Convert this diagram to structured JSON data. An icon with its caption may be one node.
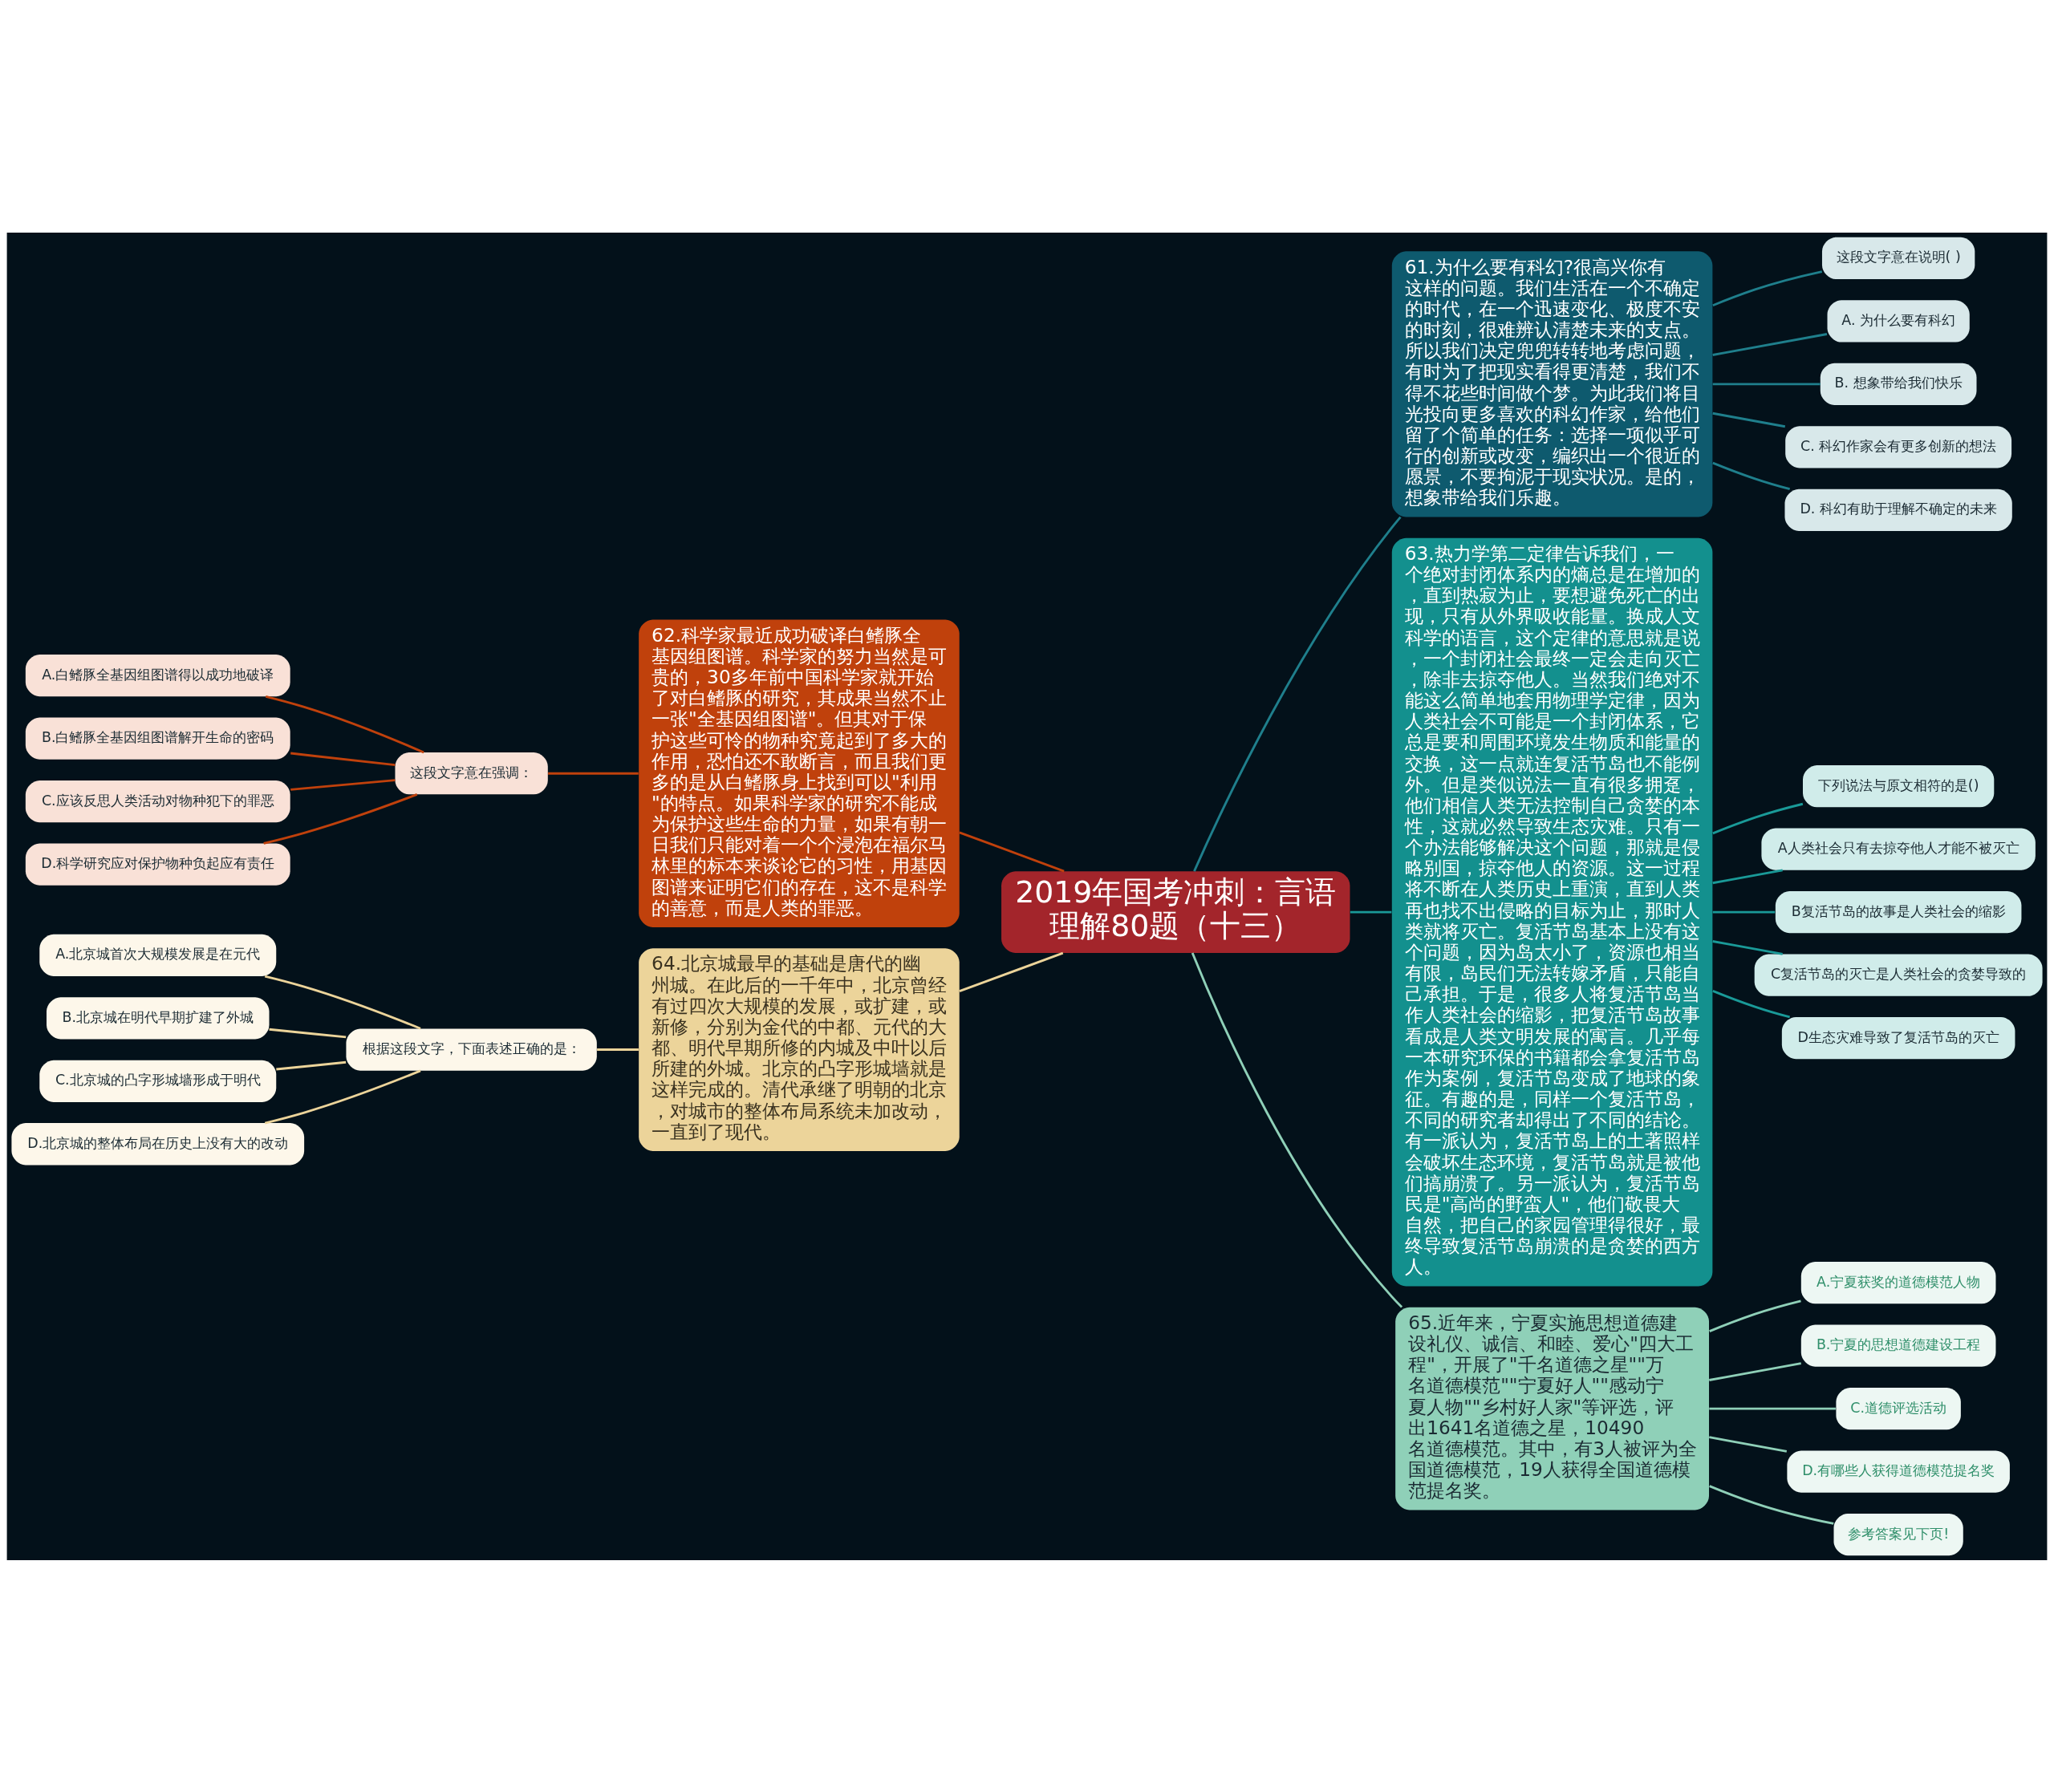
{
  "diagram": {
    "nodes": [
      {
        "text": [
          "2019年国考冲刺：言语理解80题（十三）"
        ]
      },
      {
        "text": [
          "61.为什么要有科幻?很高兴你有这样的问题。我们生活在一个不确定的时代，在一个迅速变化、极度不安的时刻，很难辨认清楚未来的支点。所以我们决定兜兜转转地考虑问题，有时为了把现实看得更清楚，我们不得不花些时间做个梦。为此我们将目光投向更多喜欢的科幻作家，给他们留了个简单的任务：选择一项似乎可行的创新或改变，编织出一个很近的愿景，不要拘泥于现实状况。是的，想象带给我们乐趣。"
        ]
      },
      {
        "text": [
          "这段文字意在说明( )"
        ]
      },
      {
        "text": [
          "A. 为什么要有科幻"
        ]
      },
      {
        "text": [
          "B. 想象带给我们快乐"
        ]
      },
      {
        "text": [
          "C. 科幻作家会有更多创新的想法"
        ]
      },
      {
        "text": [
          "D. 科幻有助于理解不确定的未来"
        ]
      },
      {
        "text": [
          "63.热力学第二定律告诉我们，一个绝对封闭体系内的熵总是在增加的，直到热寂为止，要想避免死亡的出现，只有从外界吸收能量。换成人文科学的语言，这个定律的意思就是说，一个封闭社会最终一定会走向灭亡，除非去掠夺他人。当然我们绝对不能这么简单地套用物理学定律，因为人类社会不可能是一个封闭体系，它总是要和周围环境发生物质和能量的交换，这一点就连复活节岛也不能例外。但是类似说法一直有很多拥趸，他们相信人类无法控制自己贪婪的本性，这就必然导致生态灾难。只有一个办法能够解决这个问题，那就是侵略别国，掠夺他人的资源。这一过程将不断在人类历史上重演，直到人类再也找不出侵略的目标为止，那时人类就将灭亡。复活节岛基本上没有这个问题，因为岛太小了，资源也相当有限，岛民们无法转嫁矛盾，只能自己承担。于是，很多人将复活节岛当作人类社会的缩影，把复活节岛故事看成是人类文明发展的寓言。几乎每一本研究环保的书籍都会拿复活节岛作为案例，复活节岛变成了地球的象征。有趣的是，同样一个复活节岛，不同的研究者却得出了不同的结论。有一派认为，复活节岛上的土著照样会破坏生态环境，复活节岛就是被他们搞崩溃了。另一派认为，复活节岛民是\"高尚的野蛮人\"，他们敬畏大自然，把自己的家园管理得很好，最终导致复活节岛崩溃的是贪婪的西方人。"
        ]
      },
      {
        "text": [
          "下列说法与原文相符的是()"
        ]
      },
      {
        "text": [
          "A人类社会只有去掠夺他人才能不被灭亡"
        ]
      },
      {
        "text": [
          "B复活节岛的故事是人类社会的缩影"
        ]
      },
      {
        "text": [
          "C复活节岛的灭亡是人类社会的贪婪导致的"
        ]
      },
      {
        "text": [
          "D生态灾难导致了复活节岛的灭亡"
        ]
      },
      {
        "text": [
          "65.近年来，宁夏实施思想道德建设礼仪、诚信、和睦、爱心\"四大工程\"，开展了\"千名道德之星\"\"万名道德模范\"\"宁夏好人\"\"感动宁夏人物\"\"乡村好人家\"等评选，评出1641名道德之星，10490名道德模范。其中，有3人被评为全国道德模范，19人获得全国道德模范提名奖。"
        ]
      },
      {
        "text": [
          "A.宁夏获奖的道德模范人物"
        ]
      },
      {
        "text": [
          "B.宁夏的思想道德建设工程"
        ]
      },
      {
        "text": [
          "C.道德评选活动"
        ]
      },
      {
        "text": [
          "D.有哪些人获得道德模范提名奖"
        ]
      },
      {
        "text": [
          "参考答案见下页!"
        ]
      },
      {
        "text": [
          "62.科学家最近成功破译白鳍豚全基因组图谱。科学家的努力当然是可贵的，30多年前中国科学家就开始了对白鳍豚的研究，其成果当然不止一张\"全基因组图谱\"。但其对于保护这些可怜的物种究竟起到了多大的作用，恐怕还不敢断言，而且我们更多的是从白鳍豚身上找到可以\"利用\"的特点。如果科学家的研究不能成为保护这些生命的力量，如果有朝一日我们只能对着一个个浸泡在福尔马林里的标本来谈论它的习性，用基因图谱来证明它们的存在，这不是科学的善意，而是人类的罪恶。"
        ]
      },
      {
        "text": [
          "这段文字意在强调："
        ]
      },
      {
        "text": [
          "A.白鳍豚全基因组图谱得以成功地破译"
        ]
      },
      {
        "text": [
          "B.白鳍豚全基因组图谱解开生命的密码"
        ]
      },
      {
        "text": [
          "C.应该反思人类活动对物种犯下的罪恶"
        ]
      },
      {
        "text": [
          "D.科学研究应对保护物种负起应有责任"
        ]
      },
      {
        "text": [
          "64.北京城最早的基础是唐代的幽州城。在此后的一千年中，北京曾经有过四次大规模的发展，或扩建，或新修，分别为金代的中都、元代的大都、明代早期所修的内城及中叶以后所建的外城。北京的凸字形城墙就是这样完成的。清代承继了明朝的北京，对城市的整体布局系统未加改动，一直到了现代。"
        ]
      },
      {
        "text": [
          "根据这段文字，下面表述正确的是："
        ]
      },
      {
        "text": [
          "A.北京城首次大规模发展是在元代"
        ]
      },
      {
        "text": [
          "B.北京城在明代早期扩建了外城"
        ]
      },
      {
        "text": [
          "C.北京城的凸字形城墙形成于明代"
        ]
      },
      {
        "text": [
          "D.北京城的整体布局在历史上没有大的改动"
        ]
      }
    ],
    "edges": [
      {
        "from": 0,
        "to": 1,
        "arrow": "none",
        "color": "#1f7f8c"
      },
      {
        "from": 1,
        "to": 2,
        "arrow": "none",
        "color": "#1f7f8c"
      },
      {
        "from": 1,
        "to": 3,
        "arrow": "none",
        "color": "#1f7f8c"
      },
      {
        "from": 1,
        "to": 4,
        "arrow": "none",
        "color": "#1f7f8c"
      },
      {
        "from": 1,
        "to": 5,
        "arrow": "none",
        "color": "#1f7f8c"
      },
      {
        "from": 1,
        "to": 6,
        "arrow": "none",
        "color": "#1f7f8c"
      },
      {
        "from": 0,
        "to": 7,
        "arrow": "none",
        "color": "#1a9a98"
      },
      {
        "from": 7,
        "to": 8,
        "arrow": "none",
        "color": "#1a9a98"
      },
      {
        "from": 7,
        "to": 9,
        "arrow": "none",
        "color": "#1a9a98"
      },
      {
        "from": 7,
        "to": 10,
        "arrow": "none",
        "color": "#1a9a98"
      },
      {
        "from": 7,
        "to": 11,
        "arrow": "none",
        "color": "#1a9a98"
      },
      {
        "from": 7,
        "to": 12,
        "arrow": "none",
        "color": "#1a9a98"
      },
      {
        "from": 0,
        "to": 13,
        "arrow": "none",
        "color": "#8fd0b8"
      },
      {
        "from": 13,
        "to": 14,
        "arrow": "none",
        "color": "#8fd0b8"
      },
      {
        "from": 13,
        "to": 15,
        "arrow": "none",
        "color": "#8fd0b8"
      },
      {
        "from": 13,
        "to": 16,
        "arrow": "none",
        "color": "#8fd0b8"
      },
      {
        "from": 13,
        "to": 17,
        "arrow": "none",
        "color": "#8fd0b8"
      },
      {
        "from": 13,
        "to": 18,
        "arrow": "none",
        "color": "#8fd0b8"
      },
      {
        "from": 0,
        "to": 19,
        "arrow": "none",
        "color": "#c0410c"
      },
      {
        "from": 19,
        "to": 20,
        "arrow": "none",
        "color": "#c0410c"
      },
      {
        "from": 20,
        "to": 21,
        "arrow": "none",
        "color": "#c0410c"
      },
      {
        "from": 20,
        "to": 22,
        "arrow": "none",
        "color": "#c0410c"
      },
      {
        "from": 20,
        "to": 23,
        "arrow": "none",
        "color": "#c0410c"
      },
      {
        "from": 20,
        "to": 24,
        "arrow": "none",
        "color": "#c0410c"
      },
      {
        "from": 0,
        "to": 25,
        "arrow": "none",
        "color": "#ecd49a"
      },
      {
        "from": 25,
        "to": 26,
        "arrow": "none",
        "color": "#ecd49a"
      },
      {
        "from": 26,
        "to": 27,
        "arrow": "none",
        "color": "#ecd49a"
      },
      {
        "from": 26,
        "to": 28,
        "arrow": "none",
        "color": "#ecd49a"
      },
      {
        "from": 26,
        "to": 29,
        "arrow": "none",
        "color": "#ecd49a"
      },
      {
        "from": 26,
        "to": 30,
        "arrow": "none",
        "color": "#ecd49a"
      }
    ]
  }
}
